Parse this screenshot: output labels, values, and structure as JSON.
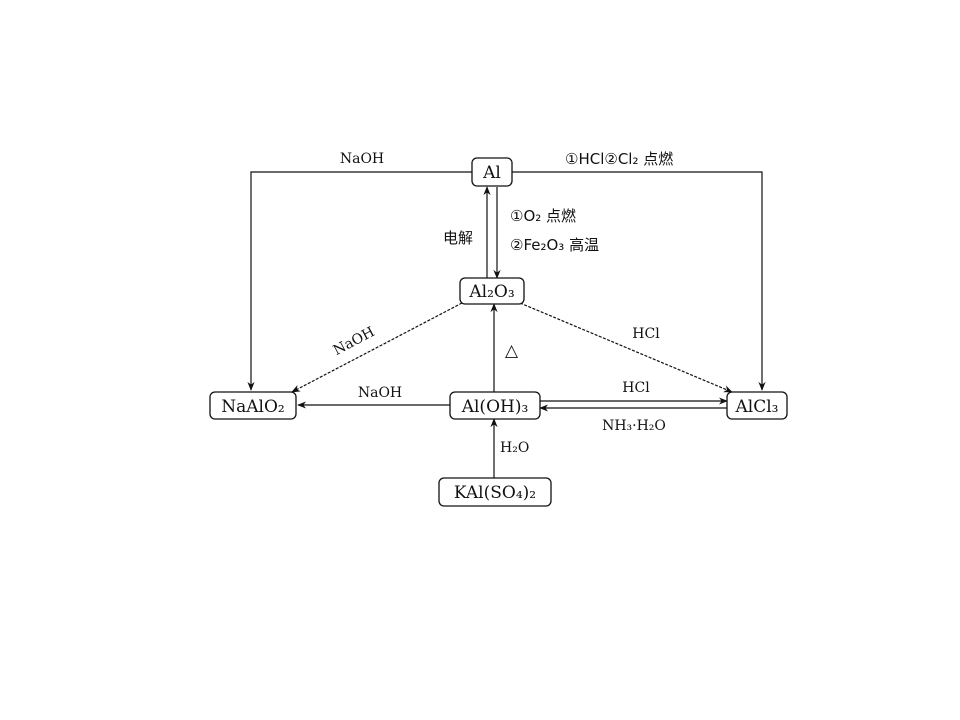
{
  "nodes": {
    "al": "Al",
    "al2o3": "Al₂O₃",
    "naalo2": "NaAlO₂",
    "aloh3": "Al(OH)₃",
    "alcl3": "AlCl₃",
    "kalso4": "KAl(SO₄)₂"
  },
  "edges": {
    "al_to_naalo2": "NaOH",
    "al_to_alcl3": "①HCl②Cl₂ 点燃",
    "al_to_al2o3_line1": "①O₂ 点燃",
    "al_to_al2o3_line2": "②Fe₂O₃ 高温",
    "al2o3_to_al": "电解",
    "al2o3_to_naalo2": "NaOH",
    "al2o3_to_alcl3": "HCl",
    "aloh3_to_al2o3": "△",
    "aloh3_to_naalo2": "NaOH",
    "aloh3_to_alcl3": "HCl",
    "alcl3_to_aloh3": "NH₃·H₂O",
    "kalso4_to_aloh3": "H₂O"
  }
}
